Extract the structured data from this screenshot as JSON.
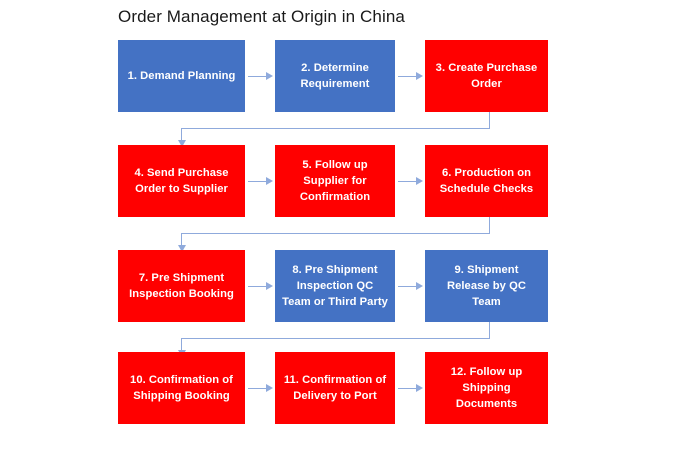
{
  "diagram": {
    "title": "Order Management at Origin in China",
    "type": "flowchart",
    "colors": {
      "blue": "#4472C4",
      "red": "#FF0000",
      "arrow": "#8FAADC",
      "title_text": "#1a1a1a",
      "node_text": "#FFFFFF",
      "background": "#FFFFFF"
    },
    "nodes": [
      {
        "id": 1,
        "label": "1. Demand Planning",
        "color": "blue",
        "row": 1,
        "col": 1
      },
      {
        "id": 2,
        "label": "2. Determine Requirement",
        "color": "blue",
        "row": 1,
        "col": 2
      },
      {
        "id": 3,
        "label": "3. Create Purchase Order",
        "color": "red",
        "row": 1,
        "col": 3
      },
      {
        "id": 4,
        "label": "4. Send Purchase Order to Supplier",
        "color": "red",
        "row": 2,
        "col": 1
      },
      {
        "id": 5,
        "label": "5. Follow up Supplier for Confirmation",
        "color": "red",
        "row": 2,
        "col": 2
      },
      {
        "id": 6,
        "label": "6. Production on Schedule Checks",
        "color": "red",
        "row": 2,
        "col": 3
      },
      {
        "id": 7,
        "label": "7. Pre Shipment Inspection Booking",
        "color": "red",
        "row": 3,
        "col": 1
      },
      {
        "id": 8,
        "label": "8. Pre Shipment Inspection QC Team or Third Party",
        "color": "blue",
        "row": 3,
        "col": 2
      },
      {
        "id": 9,
        "label": "9. Shipment Release by QC Team",
        "color": "blue",
        "row": 3,
        "col": 3
      },
      {
        "id": 10,
        "label": "10. Confirmation of Shipping Booking",
        "color": "red",
        "row": 4,
        "col": 1
      },
      {
        "id": 11,
        "label": "11. Confirmation of Delivery to Port",
        "color": "red",
        "row": 4,
        "col": 2
      },
      {
        "id": 12,
        "label": "12. Follow up Shipping Documents",
        "color": "red",
        "row": 4,
        "col": 3
      }
    ],
    "edges": [
      {
        "from": 1,
        "to": 2,
        "kind": "horizontal"
      },
      {
        "from": 2,
        "to": 3,
        "kind": "horizontal"
      },
      {
        "from": 3,
        "to": 4,
        "kind": "wrap-down-left"
      },
      {
        "from": 4,
        "to": 5,
        "kind": "horizontal"
      },
      {
        "from": 5,
        "to": 6,
        "kind": "horizontal"
      },
      {
        "from": 6,
        "to": 7,
        "kind": "wrap-down-left"
      },
      {
        "from": 7,
        "to": 8,
        "kind": "horizontal"
      },
      {
        "from": 8,
        "to": 9,
        "kind": "horizontal"
      },
      {
        "from": 9,
        "to": 10,
        "kind": "wrap-down-left"
      },
      {
        "from": 10,
        "to": 11,
        "kind": "horizontal"
      },
      {
        "from": 11,
        "to": 12,
        "kind": "horizontal"
      }
    ]
  }
}
